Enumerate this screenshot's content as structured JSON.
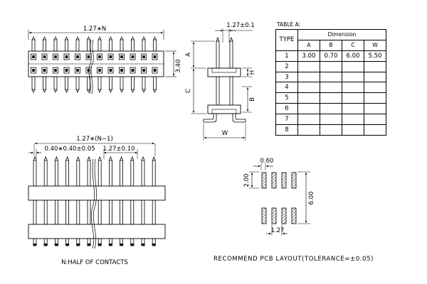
{
  "top_left_view": {
    "pitch_label": "1.27∗N",
    "height_label": "3.40"
  },
  "side_view": {
    "pitch_label": "1.27±0.1",
    "labels": {
      "a": "A",
      "c": "C",
      "h": "H",
      "b": "B",
      "w": "W"
    }
  },
  "table": {
    "title": "TABLE A:",
    "type_header": "TYPE",
    "dimension_header": "Dimension",
    "columns": [
      "A",
      "B",
      "C",
      "W"
    ],
    "rows": [
      {
        "type": "1",
        "values": [
          "3.00",
          "0.70",
          "6.00",
          "5.50"
        ]
      },
      {
        "type": "2",
        "values": [
          "",
          "",
          "",
          ""
        ]
      },
      {
        "type": "3",
        "values": [
          "",
          "",
          "",
          ""
        ]
      },
      {
        "type": "4",
        "values": [
          "",
          "",
          "",
          ""
        ]
      },
      {
        "type": "5",
        "values": [
          "",
          "",
          "",
          ""
        ]
      },
      {
        "type": "6",
        "values": [
          "",
          "",
          "",
          ""
        ]
      },
      {
        "type": "7",
        "values": [
          "",
          "",
          "",
          ""
        ]
      },
      {
        "type": "8",
        "values": [
          "",
          "",
          "",
          ""
        ]
      }
    ]
  },
  "front_view": {
    "overall_label": "1.27∗(N−1)",
    "pin_label": "0.40∗0.40±0.05",
    "pitch_label": "1.27±0.10",
    "caption": "N:HALF OF CONTACTS"
  },
  "pcb_layout": {
    "pad_width_label": "0.60",
    "pad_height_label": "2.00",
    "row_span_label": "6.00",
    "pitch_label": "1.27",
    "caption": "RECOMMEND PCB LAYOUT(TOLERANCE=±0.05)"
  }
}
